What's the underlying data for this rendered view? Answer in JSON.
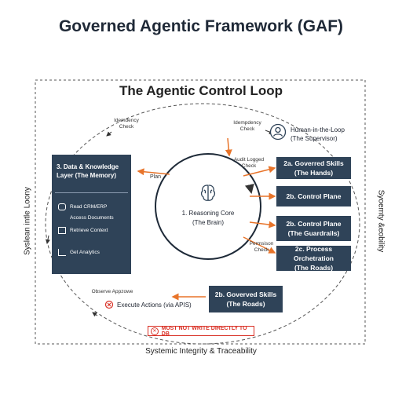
{
  "title": "Governed Agentic Framework (GAF)",
  "subtitle": "The Agentic Control Loop",
  "side_labels": {
    "left": "Syslean intle Loony",
    "right": "Syoemty &eobility",
    "bottom": "Systemic Integrity & Traceability"
  },
  "memory": {
    "title": "3. Data & Knowledge Layer (The Memory)",
    "items": [
      "Read CRM/ERP",
      "Access Documents",
      "Retrieve Context",
      "Get Analytics"
    ]
  },
  "core": {
    "label": "1. Reasoning Core\n(The Brain)"
  },
  "supervisor": {
    "label": "Human-in-the-Loop\n(The Supervisor)"
  },
  "right_boxes": [
    "2a. Goverred Skills\n(The Hands)",
    "2b. Control Plane",
    "2b. Control Plane\n(The Guardrails)",
    "2c. Process Orchetration\n(The Roads)"
  ],
  "bottom_box": "2b. Goverved Skills\n(The Roads)",
  "notes": {
    "idempotency_left": "Idemdency\nCheck",
    "idempotency_right": "Idempdency\nCheck",
    "audit": "Audit Logged\nCheck",
    "permission": "Permsison\nCheck",
    "observe": "Observe Appzowe",
    "plan": "Plan"
  },
  "execute": "Execute Actions (via APIS)",
  "warning": "MUST NOT WRITE DIRECTLY TO DB",
  "colors": {
    "navy": "#2f4358",
    "accent": "#e8742a",
    "warning": "#d93025"
  }
}
